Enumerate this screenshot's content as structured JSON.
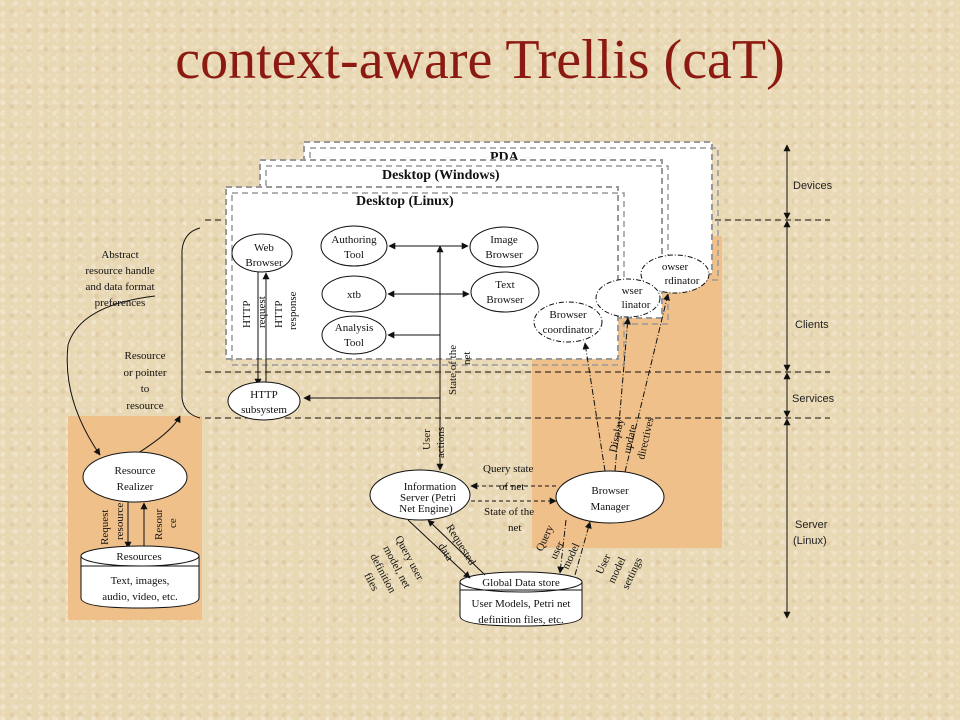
{
  "title": "context-aware Trellis (caT)",
  "colors": {
    "title": "#8b1a12",
    "region_fill": "#f0c08a",
    "background": "#e9d8b4"
  },
  "layers": {
    "devices": "Devices",
    "clients": "Clients",
    "services": "Services",
    "server": "Server",
    "server_os": "(Linux)"
  },
  "panels": {
    "pda": "PDA",
    "windows": "Desktop (Windows)",
    "linux": "Desktop (Linux)"
  },
  "clients": {
    "web_browser": [
      "Web",
      "Browser"
    ],
    "authoring_tool": [
      "Authoring",
      "Tool"
    ],
    "image_browser": [
      "Image",
      "Browser"
    ],
    "xtb": "xtb",
    "text_browser": [
      "Text",
      "Browser"
    ],
    "analysis_tool": [
      "Analysis",
      "Tool"
    ],
    "browser_coordinator": [
      "Browser",
      "coordinator"
    ],
    "bc_windows_partial": [
      "wser",
      "linator"
    ],
    "bc_pda_partial": [
      "owser",
      "rdinator"
    ]
  },
  "services": {
    "http_subsystem": [
      "HTTP",
      "subsystem"
    ],
    "resource_realizer": [
      "Resource",
      "Realizer"
    ],
    "information_server": [
      "Information",
      "Server (Petri",
      "Net Engine)"
    ],
    "browser_manager": [
      "Browser",
      "Manager"
    ]
  },
  "stores": {
    "resources_title": "Resources",
    "resources_body": [
      "Text, images,",
      "audio, video, etc."
    ],
    "global_title": "Global Data store",
    "global_body": [
      "User Models, Petri net",
      "definition files, etc."
    ]
  },
  "annotations": {
    "abstract_handle": [
      "Abstract",
      "resource handle",
      "and data format",
      "preferences"
    ],
    "resource_pointer": [
      "Resource",
      "or pointer",
      "to",
      "resource"
    ],
    "http_request": [
      "HTTP",
      "request"
    ],
    "http_response": [
      "HTTP",
      "response"
    ],
    "state_of_net_v": [
      "State of the",
      "net"
    ],
    "user_actions": [
      "User",
      "actions"
    ],
    "display_update": [
      "Display",
      "update",
      "directives"
    ],
    "query_state": [
      "Query state",
      "of net"
    ],
    "state_of_net": [
      "State of the",
      "net"
    ],
    "query_user_model_v": [
      "Query",
      "user",
      "model"
    ],
    "user_model_settings": [
      "User",
      "model",
      "settings"
    ],
    "query_user_model_net": [
      "Query user",
      "model, net",
      "definition",
      "files"
    ],
    "requested_data": [
      "Requested",
      "data"
    ],
    "request_resource": [
      "Request",
      "resource"
    ],
    "resource": [
      "Resour",
      "ce"
    ]
  }
}
